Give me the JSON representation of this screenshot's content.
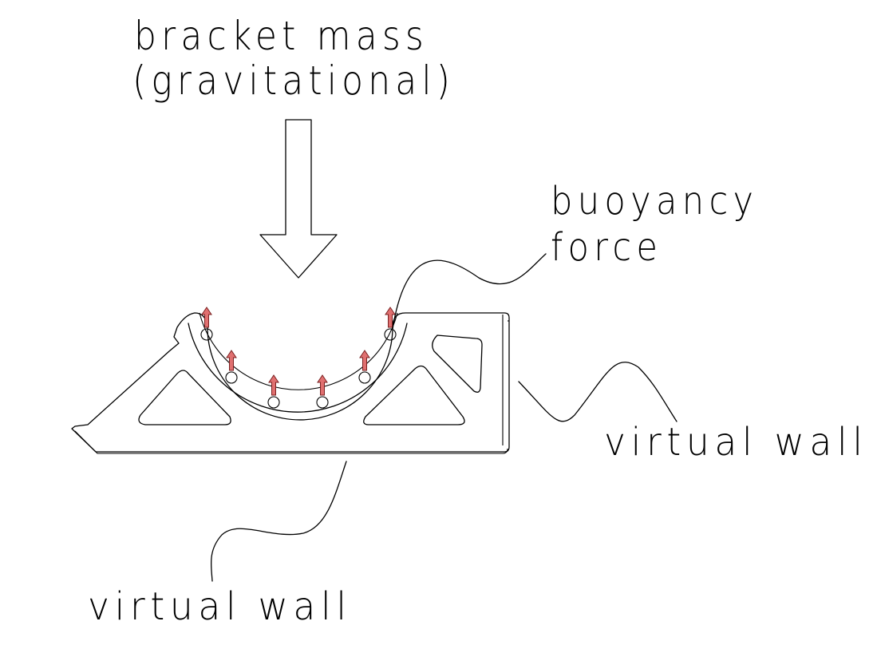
{
  "labels": {
    "bracket_mass_line1": "bracket mass",
    "bracket_mass_line2": "(gravitational)",
    "buoyancy_line1": "buoyancy",
    "buoyancy_line2": "force",
    "virtual_wall_right": "virtual wall",
    "virtual_wall_bottom": "virtual wall"
  },
  "colors": {
    "line": "#000000",
    "buoyancy_arrow_fill": "#e07070",
    "buoyancy_arrow_stroke": "#7a2020",
    "background": "#ffffff"
  },
  "buoyancy_arrow_count": 6
}
